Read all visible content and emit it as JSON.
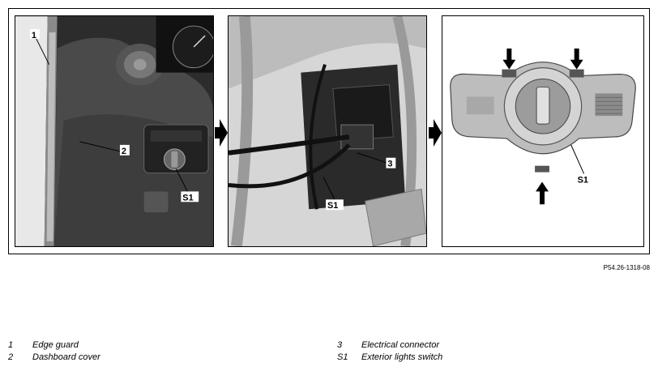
{
  "figure": {
    "reference_code": "P54.26-1318-08",
    "callouts": {
      "edge_guard": "1",
      "dashboard_cover": "2",
      "connector": "3",
      "switch_panel1": "S1",
      "switch_panel2": "S1",
      "switch_panel3": "S1"
    }
  },
  "legend": {
    "items": [
      {
        "number": "1",
        "text": "Edge guard"
      },
      {
        "number": "2",
        "text": "Dashboard cover"
      },
      {
        "number": "3",
        "text": "Electrical connector"
      },
      {
        "number": "S1",
        "text": "Exterior lights switch"
      }
    ]
  }
}
